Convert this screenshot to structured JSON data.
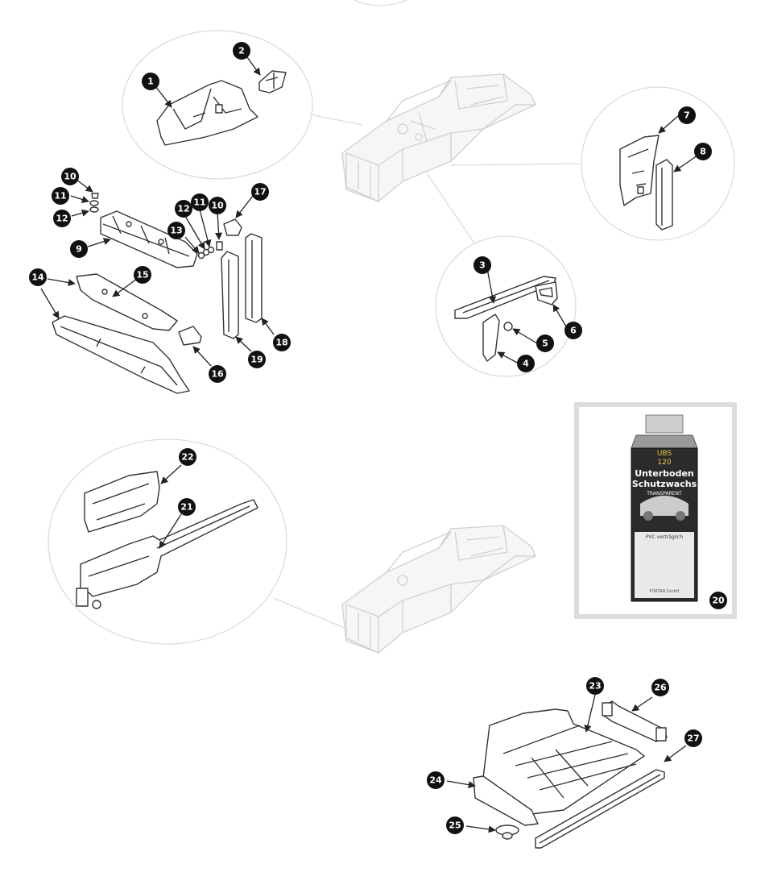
{
  "callouts": [
    "1",
    "2",
    "3",
    "4",
    "5",
    "6",
    "7",
    "8",
    "9",
    "10",
    "11",
    "12",
    "13",
    "14",
    "15",
    "16",
    "17",
    "18",
    "19",
    "20",
    "21",
    "22",
    "23",
    "24",
    "25",
    "26",
    "27"
  ],
  "product": {
    "cap_code": "UBS",
    "cap_number": "120",
    "title_line1": "Unterboden",
    "title_line2": "Schutzwachs",
    "subtitle": "TRANSPARENT",
    "badge": "PVC verträglich",
    "footer": "FORTAN GmbH"
  }
}
